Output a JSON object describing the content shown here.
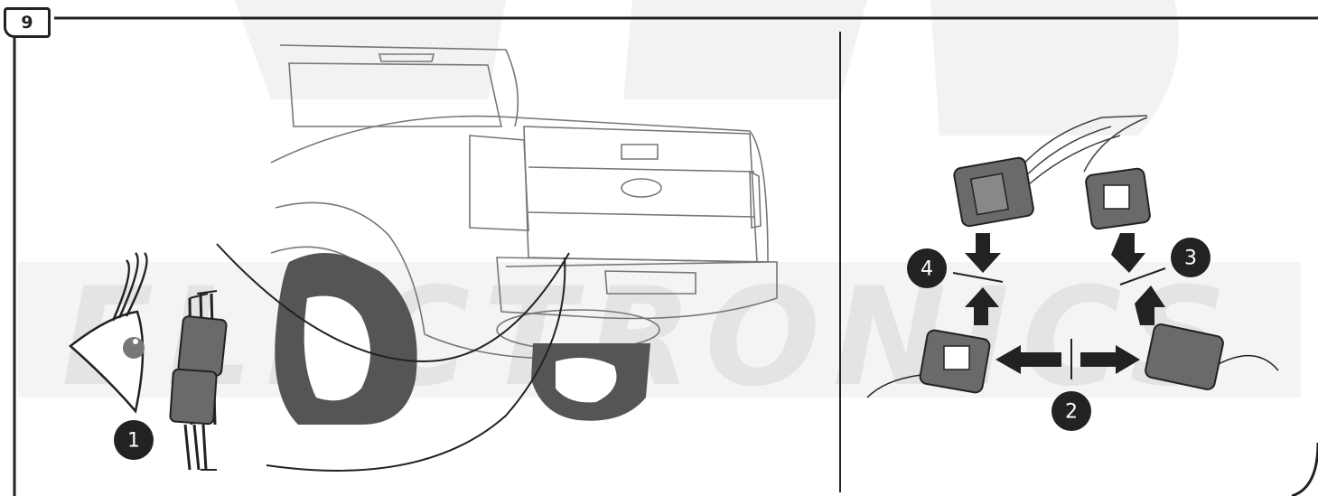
{
  "step": {
    "number": "9"
  },
  "callouts": [
    {
      "id": "1",
      "label": "1"
    },
    {
      "id": "2",
      "label": "2"
    },
    {
      "id": "3",
      "label": "3"
    },
    {
      "id": "4",
      "label": "4"
    }
  ],
  "watermark": {
    "text": "ELECTRONICS"
  },
  "colors": {
    "frame": "#222222",
    "watermark": "#ececec",
    "tire": "#555555",
    "connector": "#6a6a6a",
    "badge": "#222222"
  }
}
